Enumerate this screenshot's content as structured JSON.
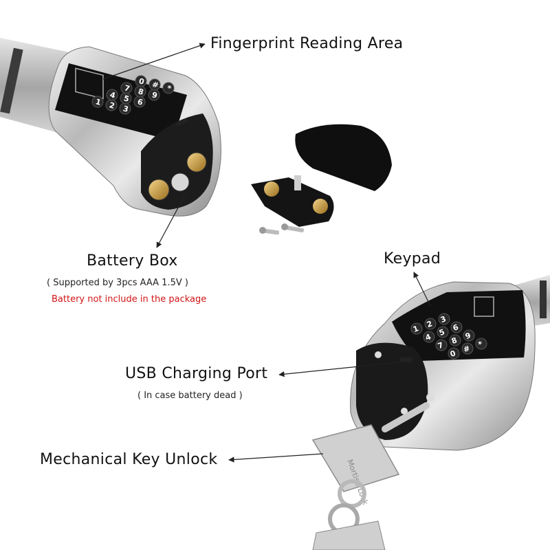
{
  "labels": {
    "fingerprint": "Fingerprint Reading Area",
    "battery_box": "Battery Box",
    "battery_note": "( Supported by 3pcs AAA 1.5V )",
    "battery_warning": "Battery not include in the package",
    "keypad": "Keypad",
    "usb": "USB Charging Port",
    "usb_note": "( In case battery dead )",
    "mech_key": "Mechanical Key Unlock"
  },
  "keypad_top": [
    "1",
    "2",
    "3",
    "4",
    "5",
    "6",
    "7",
    "8",
    "9",
    "0",
    "#",
    "*"
  ],
  "keypad_bottom": [
    "1",
    "2",
    "3",
    "4",
    "5",
    "6",
    "7",
    "8",
    "9",
    "0",
    "#",
    "*"
  ],
  "key_engraving": "Mortise Lock",
  "colors": {
    "warning": "#d21414",
    "chrome": "#c9c9c9",
    "keypad": "#111111"
  }
}
